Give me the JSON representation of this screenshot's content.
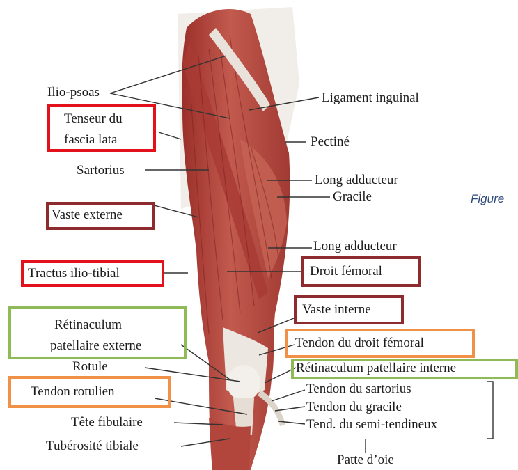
{
  "figure_caption": "Figure",
  "labels": {
    "ilio_psoas": "Ilio-psoas",
    "tenseur": "Tenseur du",
    "fascia": "fascia lata",
    "sartorius": "Sartorius",
    "vaste_externe": "Vaste externe",
    "tractus": "Tractus ilio-tibial",
    "retinaculum_ext_1": "Rétinaculum",
    "retinaculum_ext_2": "patellaire externe",
    "rotule": "Rotule",
    "tendon_rotulien": "Tendon rotulien",
    "tete_fibulaire": "Tête fibulaire",
    "tuberosite": "Tubérosité tibiale",
    "ligament_inguinal": "Ligament inguinal",
    "pectine": "Pectiné",
    "long_adducteur_1": "Long adducteur",
    "gracile": "Gracile",
    "long_adducteur_2": "Long adducteur",
    "droit_femoral": "Droit fémoral",
    "vaste_interne": "Vaste interne",
    "tendon_droit_femoral": "Tendon du droit fémoral",
    "retinaculum_int": "Rétinaculum patellaire interne",
    "tendon_sartorius": "Tendon du sartorius",
    "tendon_gracile": "Tendon du gracile",
    "tend_semi": "Tend. du semi-tendineux",
    "patte_oie": "Patte d’oie"
  },
  "highlight_colors": {
    "red": "#e3111b",
    "maroon": "#8e2b2f",
    "orange": "#f09147",
    "green": "#8fba58"
  },
  "muscle_colors": {
    "muscle": "#b8433b",
    "muscle_dark": "#8f2a26",
    "tendon": "#ece7e0"
  }
}
